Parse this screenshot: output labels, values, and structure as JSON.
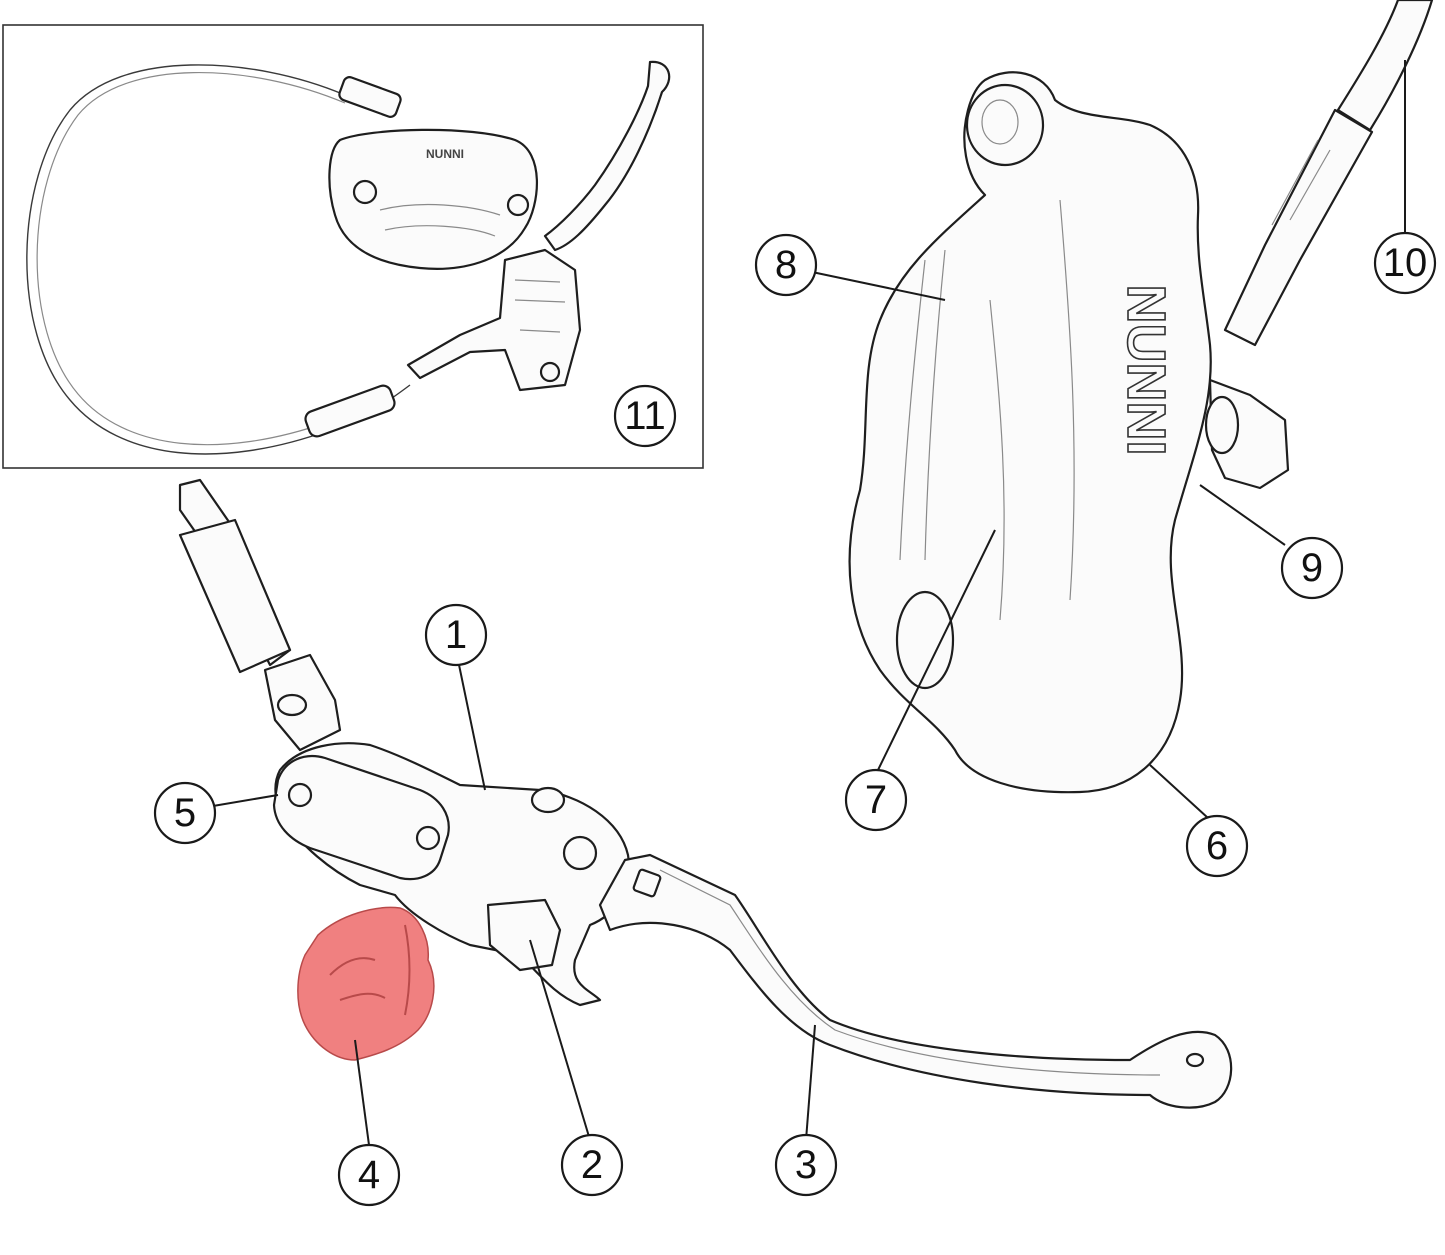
{
  "colors": {
    "highlight": "#f08080",
    "line": "#1e1e1e",
    "background": "#ffffff"
  },
  "caliper_brand": "NUNNI",
  "callouts": [
    {
      "id": "1",
      "label": "1"
    },
    {
      "id": "2",
      "label": "2"
    },
    {
      "id": "3",
      "label": "3"
    },
    {
      "id": "4",
      "label": "4",
      "highlighted": true
    },
    {
      "id": "5",
      "label": "5"
    },
    {
      "id": "6",
      "label": "6"
    },
    {
      "id": "7",
      "label": "7"
    },
    {
      "id": "8",
      "label": "8"
    },
    {
      "id": "9",
      "label": "9"
    },
    {
      "id": "10",
      "label": "10"
    },
    {
      "id": "11",
      "label": "11"
    }
  ]
}
